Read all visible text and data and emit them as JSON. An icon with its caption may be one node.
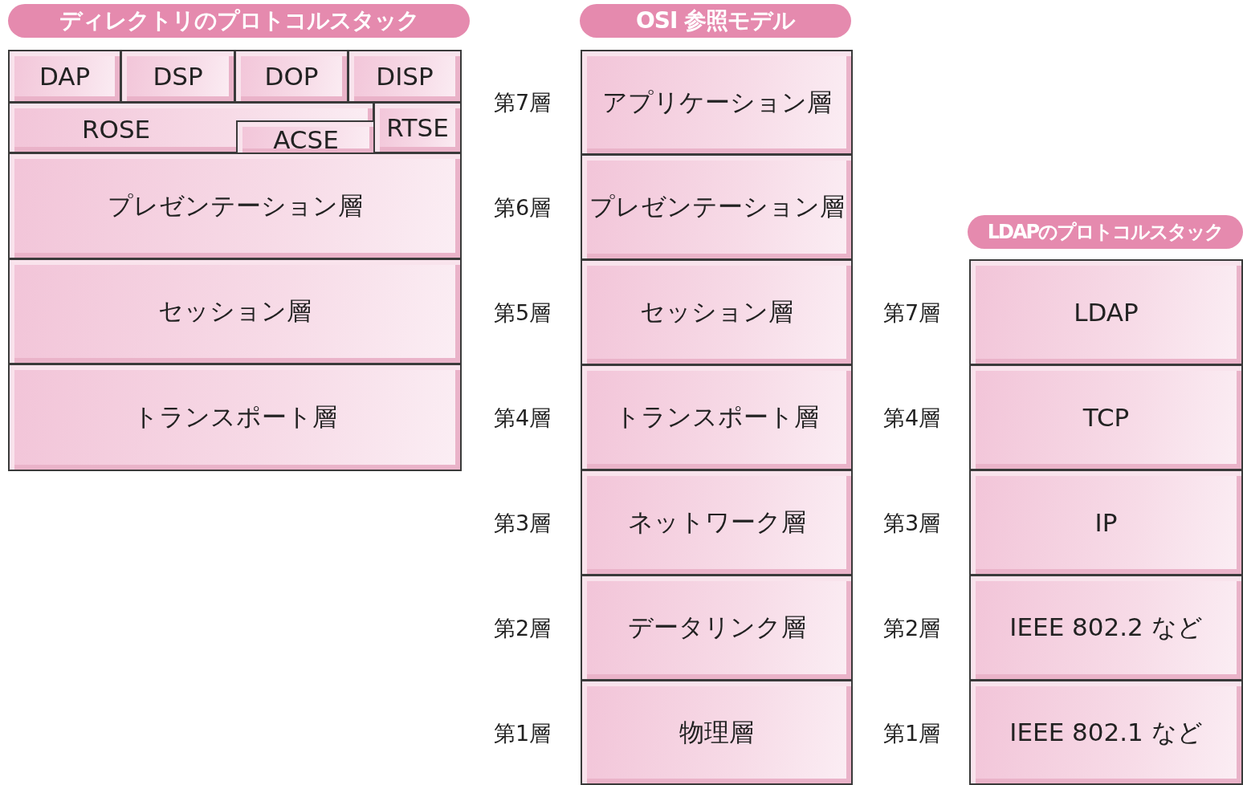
{
  "diagram": {
    "nodes": [
      {
        "text": [
          "ディレクトリのプロトコルスタック"
        ]
      },
      {
        "text": [
          "DAP"
        ]
      },
      {
        "text": [
          "DSP"
        ]
      },
      {
        "text": [
          "DOP"
        ]
      },
      {
        "text": [
          "DISP"
        ]
      },
      {
        "text": [
          "ROSE"
        ]
      },
      {
        "text": [
          "ACSE"
        ],
        "in": 5
      },
      {
        "text": [
          "RTSE"
        ]
      },
      {
        "text": [
          "プレゼンテーション層"
        ]
      },
      {
        "text": [
          "セッション層"
        ]
      },
      {
        "text": [
          "トランスポート層"
        ]
      },
      {
        "text": [
          "OSI 参照モデル"
        ]
      },
      {
        "text": [
          "アプリケーション層"
        ]
      },
      {
        "text": [
          "プレゼンテーション層"
        ]
      },
      {
        "text": [
          "セッション層"
        ]
      },
      {
        "text": [
          "トランスポート層"
        ]
      },
      {
        "text": [
          "ネットワーク層"
        ]
      },
      {
        "text": [
          "データリンク層"
        ]
      },
      {
        "text": [
          "物理層"
        ]
      },
      {
        "text": [
          "LDAPのプロトコルスタック"
        ]
      },
      {
        "text": [
          "LDAP"
        ]
      },
      {
        "text": [
          "TCP"
        ]
      },
      {
        "text": [
          "IP"
        ]
      },
      {
        "text": [
          "IEEE 802.2 など"
        ]
      },
      {
        "text": [
          "IEEE 802.1 など"
        ]
      }
    ],
    "labels": [
      "第7層",
      "第6層",
      "第5層",
      "第4層",
      "第3層",
      "第2層",
      "第1層",
      "第7層",
      "第4層",
      "第3層",
      "第2層",
      "第1層"
    ]
  }
}
